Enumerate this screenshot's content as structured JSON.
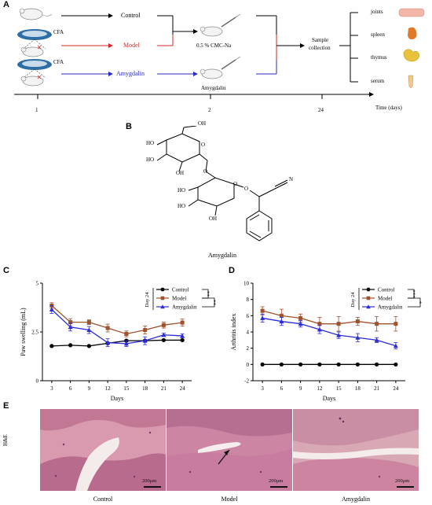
{
  "panels": {
    "a": "A",
    "b": "B",
    "c": "C",
    "d": "D",
    "e": "E"
  },
  "schematic": {
    "cfa_top": "CFA",
    "cfa_bottom": "CFA",
    "control": "Control",
    "model": "Model",
    "amygdalin": "Amygdalin",
    "cmc": "0.5 % CMC-Na",
    "amygdalin_drug": "Amygdalin",
    "sample_line1": "Sample",
    "sample_line2": "collection",
    "organs": [
      "joints",
      "spleen",
      "thymus",
      "serum"
    ],
    "timeline_ticks": [
      "1",
      "2",
      "24"
    ],
    "time_label": "Time (days)",
    "colors": {
      "control": "#000000",
      "model": "#d42a2a",
      "amygdalin": "#2b2bbd",
      "organ_spleen": "#e07a2a",
      "organ_thymus": "#e8c23a",
      "organ_joint": "#f2b7a8"
    }
  },
  "structure": {
    "atoms": [
      "OH",
      "O",
      "HO",
      "HO",
      "OH",
      "O",
      "HO",
      "HO",
      "OH",
      "O",
      "O",
      "N"
    ],
    "caption": "Amygdalin"
  },
  "chart_c": {
    "type": "line",
    "ylabel": "Paw swelling (mL)",
    "xlabel": "Days",
    "x": [
      3,
      6,
      9,
      12,
      15,
      18,
      21,
      24
    ],
    "xlim": [
      1.5,
      25.5
    ],
    "ylim": [
      0,
      5
    ],
    "yticks": [
      0,
      2.5,
      5
    ],
    "ytick_labels": [
      "0",
      "2.5",
      "5"
    ],
    "legend_title": "Day 24",
    "significance": [
      "**",
      "**"
    ],
    "series": [
      {
        "name": "Control",
        "color": "#000000",
        "marker": "circle",
        "values": [
          1.78,
          1.82,
          1.78,
          1.92,
          2.05,
          2.05,
          2.08,
          2.08
        ],
        "errors": [
          0.02,
          0.02,
          0.02,
          0.05,
          0.05,
          0.05,
          0.03,
          0.03
        ]
      },
      {
        "name": "Model",
        "color": "#a0522d",
        "marker": "square",
        "values": [
          3.85,
          3.0,
          3.0,
          2.7,
          2.4,
          2.6,
          2.85,
          2.98
        ],
        "errors": [
          0.15,
          0.18,
          0.12,
          0.2,
          0.15,
          0.2,
          0.15,
          0.18
        ]
      },
      {
        "name": "Amygdalin",
        "color": "#2b2bd9",
        "marker": "triangle",
        "values": [
          3.65,
          2.75,
          2.6,
          1.95,
          1.9,
          2.05,
          2.35,
          2.3
        ],
        "errors": [
          0.2,
          0.2,
          0.18,
          0.2,
          0.15,
          0.2,
          0.08,
          0.1
        ]
      }
    ]
  },
  "chart_d": {
    "type": "line",
    "ylabel": "Arthritis index",
    "xlabel": "Days",
    "x": [
      3,
      6,
      9,
      12,
      15,
      18,
      21,
      24
    ],
    "xlim": [
      1.5,
      25.5
    ],
    "ylim": [
      -2,
      10
    ],
    "yticks": [
      -2,
      0,
      2,
      4,
      6,
      8,
      10
    ],
    "ytick_labels": [
      "-2",
      "0",
      "2",
      "4",
      "6",
      "8",
      "10"
    ],
    "legend_title": "Day 24",
    "significance": [
      "***",
      "*"
    ],
    "series": [
      {
        "name": "Control",
        "color": "#000000",
        "marker": "circle",
        "values": [
          0,
          0,
          0,
          0,
          0,
          0,
          0,
          0
        ],
        "errors": [
          0,
          0,
          0,
          0,
          0,
          0,
          0,
          0
        ]
      },
      {
        "name": "Model",
        "color": "#a0522d",
        "marker": "square",
        "values": [
          6.6,
          6.0,
          5.7,
          5.0,
          5.0,
          5.3,
          5.0,
          5.0
        ],
        "errors": [
          0.5,
          0.8,
          0.5,
          0.8,
          0.9,
          0.5,
          0.9,
          0.9
        ]
      },
      {
        "name": "Amygdalin",
        "color": "#2b2bd9",
        "marker": "triangle",
        "values": [
          5.7,
          5.3,
          5.0,
          4.3,
          3.6,
          3.3,
          3.0,
          2.3
        ],
        "errors": [
          0.5,
          0.5,
          0.4,
          0.5,
          0.4,
          0.5,
          0.3,
          0.4
        ]
      }
    ]
  },
  "histology": {
    "stain": "H&E",
    "images": [
      {
        "label": "Control",
        "scale": "200μm"
      },
      {
        "label": "Model",
        "scale": "200μm"
      },
      {
        "label": "Amygdalin",
        "scale": "200μm"
      }
    ]
  }
}
